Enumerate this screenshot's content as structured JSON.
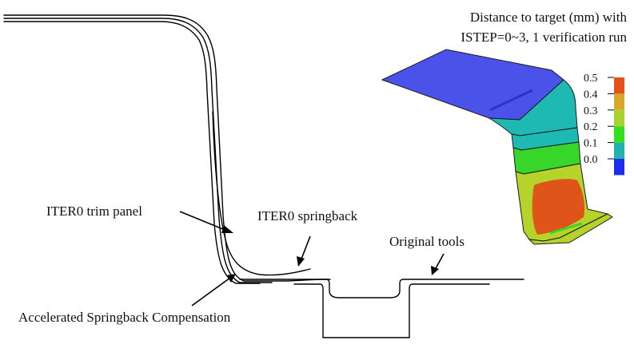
{
  "title": {
    "line1": "Distance to target (mm) with",
    "line2": "ISTEP=0~3, 1 verification run"
  },
  "labels": {
    "trim_panel": "ITER0 trim panel",
    "springback": "ITER0 springback",
    "original_tools": "Original tools",
    "compensation": "Accelerated Springback Compensation"
  },
  "colorbar": {
    "ticks": [
      "0.5",
      "0.4",
      "0.3",
      "0.2",
      "0.1",
      "0.0"
    ],
    "colors": [
      "#e8501a",
      "#d7a82a",
      "#a9d22e",
      "#33e01e",
      "#1fb3b0",
      "#1d2df0"
    ]
  },
  "part_colors": {
    "flange": "#4a52ea",
    "wall": "#1fb9b4",
    "band_green": "#38d52a",
    "band_yellowgreen": "#b5d32b",
    "hotspot": "#df5418",
    "outline": "#1a1a1a"
  }
}
